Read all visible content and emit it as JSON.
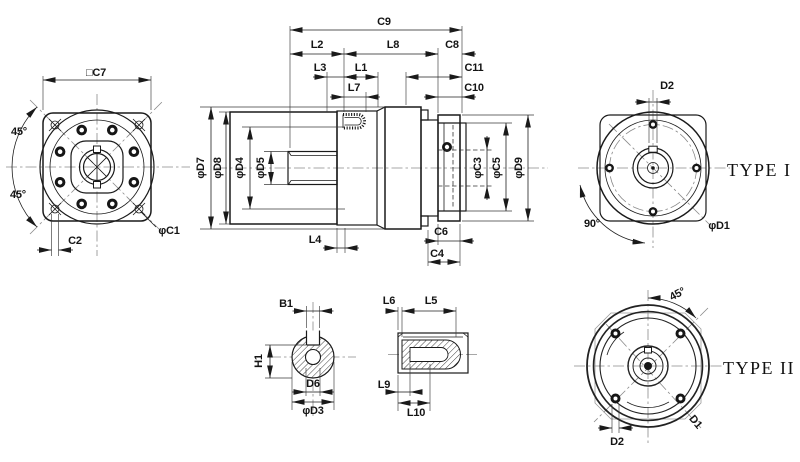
{
  "colors": {
    "background": "#ffffff",
    "line": "#1a1a1a",
    "centerline": "#8a8a8a"
  },
  "views": {
    "front_flange": {
      "labels": {
        "c7": "□C7",
        "angle_upper": "45°",
        "angle_lower": "45°",
        "c2": "C2",
        "c1": "φC1"
      }
    },
    "section": {
      "labels": {
        "c9": "C9",
        "l2": "L2",
        "l8": "L8",
        "c8": "C8",
        "l3": "L3",
        "l1": "L1",
        "c11": "C11",
        "l7": "L7",
        "c10": "C10",
        "d7": "φD7",
        "d8": "φD8",
        "d4": "φD4",
        "d5": "φD5",
        "c3": "φC3",
        "c5": "φC5",
        "d9": "φD9",
        "l4": "L4",
        "c6": "C6",
        "c4": "C4"
      }
    },
    "rear_type1": {
      "labels": {
        "d2": "D2",
        "angle": "90°",
        "d1": "φD1"
      },
      "title": "TYPE I"
    },
    "shaft_section": {
      "labels": {
        "b1": "B1",
        "h1": "H1",
        "d6": "D6",
        "d3": "φD3"
      }
    },
    "keyway_detail": {
      "labels": {
        "l6": "L6",
        "l5": "L5",
        "l9": "L9",
        "l10": "L10"
      }
    },
    "rear_type2": {
      "labels": {
        "angle": "45°",
        "d2": "D2",
        "d1": "D1"
      },
      "title": "TYPE II"
    }
  }
}
